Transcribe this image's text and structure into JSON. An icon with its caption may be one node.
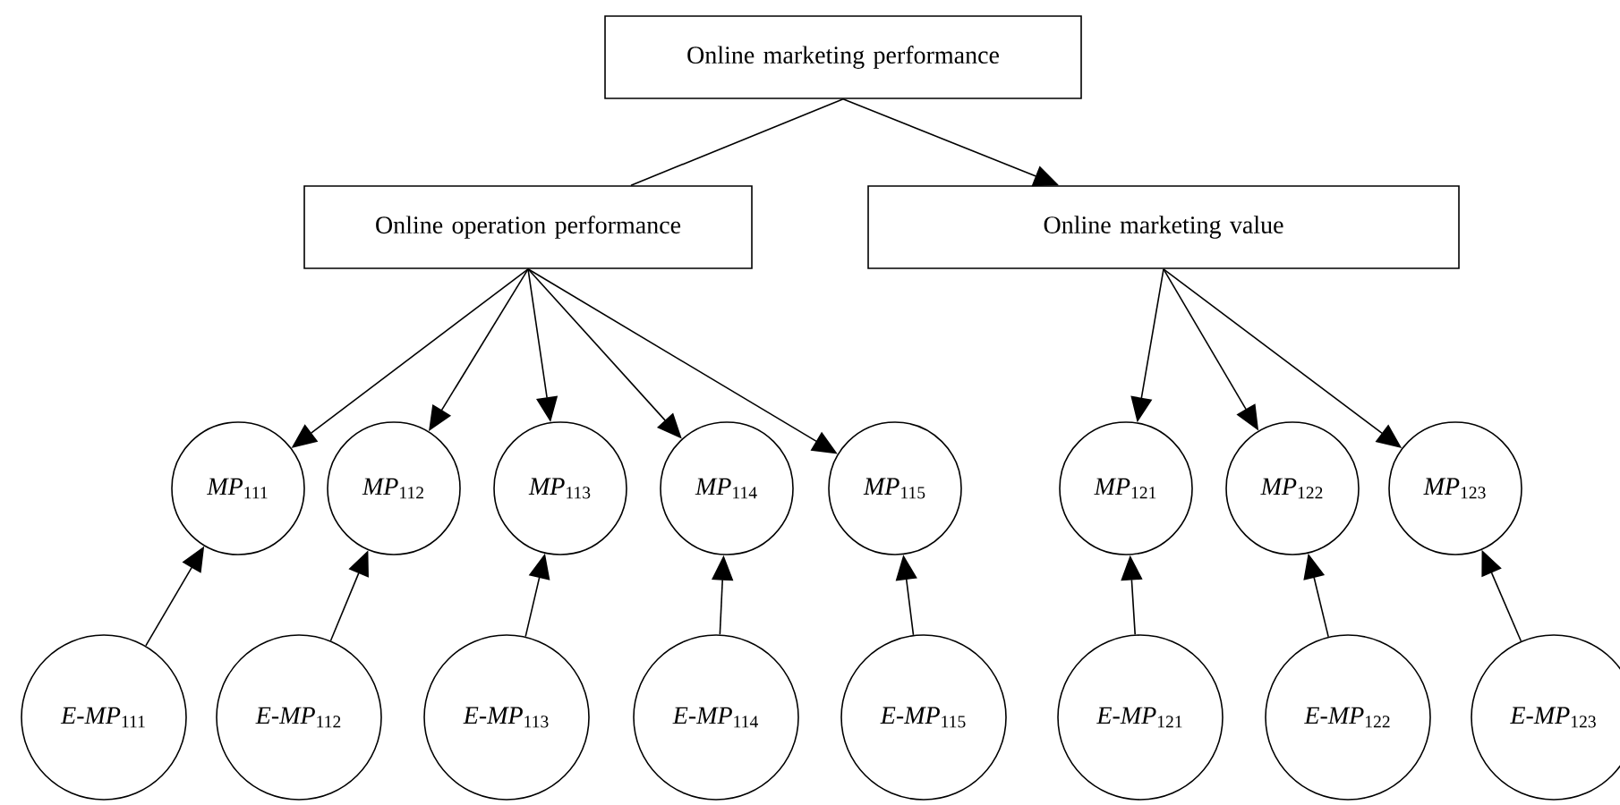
{
  "diagram": {
    "nodes": [
      {
        "text": [
          "Online marketing performance"
        ]
      },
      {
        "text": [
          "Online operation performance"
        ]
      },
      {
        "text": [
          "Online marketing value"
        ]
      },
      {
        "text": [
          "*MP*$_{111}$"
        ]
      },
      {
        "text": [
          "*MP*$_{112}$"
        ]
      },
      {
        "text": [
          "*MP*$_{113}$"
        ]
      },
      {
        "text": [
          "*MP*$_{114}$"
        ]
      },
      {
        "text": [
          "*MP*$_{115}$"
        ]
      },
      {
        "text": [
          "*MP*$_{121}$"
        ]
      },
      {
        "text": [
          "*MP*$_{122}$"
        ]
      },
      {
        "text": [
          "*MP*$_{123}$"
        ]
      },
      {
        "text": [
          "*E-MP*$_{111}$"
        ]
      },
      {
        "text": [
          "*E-MP*$_{112}$"
        ]
      },
      {
        "text": [
          "*E-MP*$_{113}$"
        ]
      },
      {
        "text": [
          "*E-MP*$_{114}$"
        ]
      },
      {
        "text": [
          "*E-MP*$_{115}$"
        ]
      },
      {
        "text": [
          "*E-MP*$_{121}$"
        ]
      },
      {
        "text": [
          "*E-MP*$_{122}$"
        ]
      },
      {
        "text": [
          "*E-MP*$_{123}$"
        ]
      }
    ],
    "edges": [
      {
        "from": 0,
        "to": 1,
        "arrow": "none"
      },
      {
        "from": 0,
        "to": 2,
        "arrow": "to"
      },
      {
        "from": 1,
        "to": 3,
        "arrow": "to"
      },
      {
        "from": 1,
        "to": 4,
        "arrow": "to"
      },
      {
        "from": 1,
        "to": 5,
        "arrow": "to"
      },
      {
        "from": 1,
        "to": 6,
        "arrow": "to"
      },
      {
        "from": 1,
        "to": 7,
        "arrow": "to"
      },
      {
        "from": 2,
        "to": 8,
        "arrow": "to"
      },
      {
        "from": 2,
        "to": 9,
        "arrow": "to"
      },
      {
        "from": 2,
        "to": 10,
        "arrow": "to"
      },
      {
        "from": 11,
        "to": 3,
        "arrow": "to"
      },
      {
        "from": 12,
        "to": 4,
        "arrow": "to"
      },
      {
        "from": 13,
        "to": 5,
        "arrow": "to"
      },
      {
        "from": 14,
        "to": 6,
        "arrow": "to"
      },
      {
        "from": 15,
        "to": 7,
        "arrow": "to"
      },
      {
        "from": 16,
        "to": 8,
        "arrow": "to"
      },
      {
        "from": 17,
        "to": 9,
        "arrow": "to"
      },
      {
        "from": 18,
        "to": 10,
        "arrow": "to"
      }
    ]
  }
}
